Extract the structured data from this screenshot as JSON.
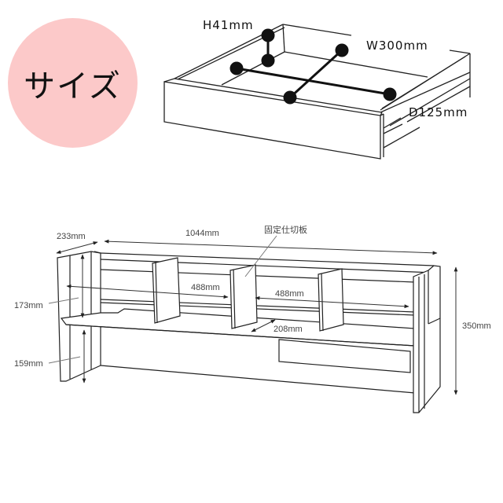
{
  "badge": {
    "label": "サイズ",
    "color": "#fcc9c9"
  },
  "drawer": {
    "height_label": "H41mm",
    "width_label": "W300mm",
    "depth_label": "D125mm"
  },
  "shelf": {
    "depth_label": "233mm",
    "width_label": "1044mm",
    "fixed_divider_label": "固定仕切板",
    "upper_height_label": "173mm",
    "lower_height_label": "159mm",
    "left_compartment_label": "488mm",
    "right_compartment_label": "488mm",
    "shelf_depth_label": "208mm",
    "total_height_label": "350mm"
  },
  "colors": {
    "line": "#222222",
    "dim_line": "#555555",
    "badge": "#fcc9c9"
  }
}
